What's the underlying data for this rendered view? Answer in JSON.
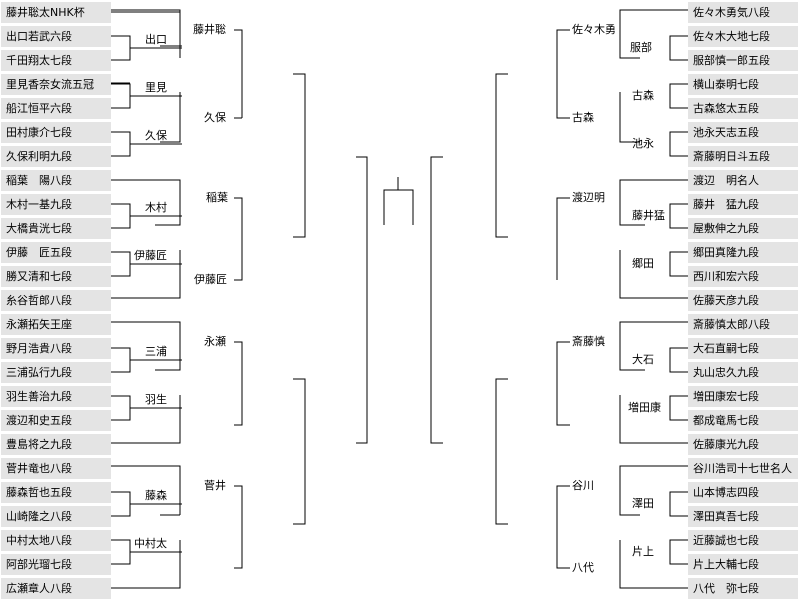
{
  "left_players": [
    "藤井聡太NHK杯",
    "出口若武六段",
    "千田翔太七段",
    "里見香奈女流五冠",
    "船江恒平六段",
    "田村康介七段",
    "久保利明九段",
    "稲葉　陽八段",
    "木村一基九段",
    "大橋貴洸七段",
    "伊藤　匠五段",
    "勝又清和七段",
    "糸谷哲郎八段",
    "永瀬拓矢王座",
    "野月浩貴八段",
    "三浦弘行九段",
    "羽生善治九段",
    "渡辺和史五段",
    "豊島将之九段",
    "菅井竜也八段",
    "藤森哲也五段",
    "山崎隆之八段",
    "中村太地八段",
    "阿部光瑠七段",
    "広瀬章人八段"
  ],
  "right_players": [
    "佐々木勇気八段",
    "佐々木大地七段",
    "服部慎一郎五段",
    "横山泰明七段",
    "古森悠太五段",
    "池永天志五段",
    "斎藤明日斗五段",
    "渡辺　明名人",
    "藤井　猛九段",
    "屋敷伸之九段",
    "郷田真隆九段",
    "西川和宏六段",
    "佐藤天彦九段",
    "斎藤慎太郎八段",
    "大石直嗣七段",
    "丸山忠久九段",
    "増田康宏七段",
    "都成竜馬七段",
    "佐藤康光九段",
    "谷川浩司十七世名人",
    "山本博志四段",
    "澤田真吾七段",
    "近藤誠也七段",
    "片上大輔七段",
    "八代　弥七段"
  ],
  "left_round1": [
    "出口",
    "里見",
    "久保",
    "木村",
    "伊藤匠",
    "三浦",
    "羽生",
    "藤森",
    "中村太"
  ],
  "left_round2": [
    "藤井聡",
    "稲葉",
    "永瀬",
    "菅井"
  ],
  "left_round3": [
    "久保",
    "伊藤匠"
  ],
  "right_round1": [
    "服部",
    "古森",
    "池永",
    "藤井猛",
    "郷田",
    "大石",
    "増田康",
    "澤田",
    "片上"
  ],
  "right_round2": [
    "佐々木勇",
    "渡辺明",
    "斎藤慎",
    "谷川"
  ],
  "right_round3": [
    "古森",
    "八代"
  ]
}
